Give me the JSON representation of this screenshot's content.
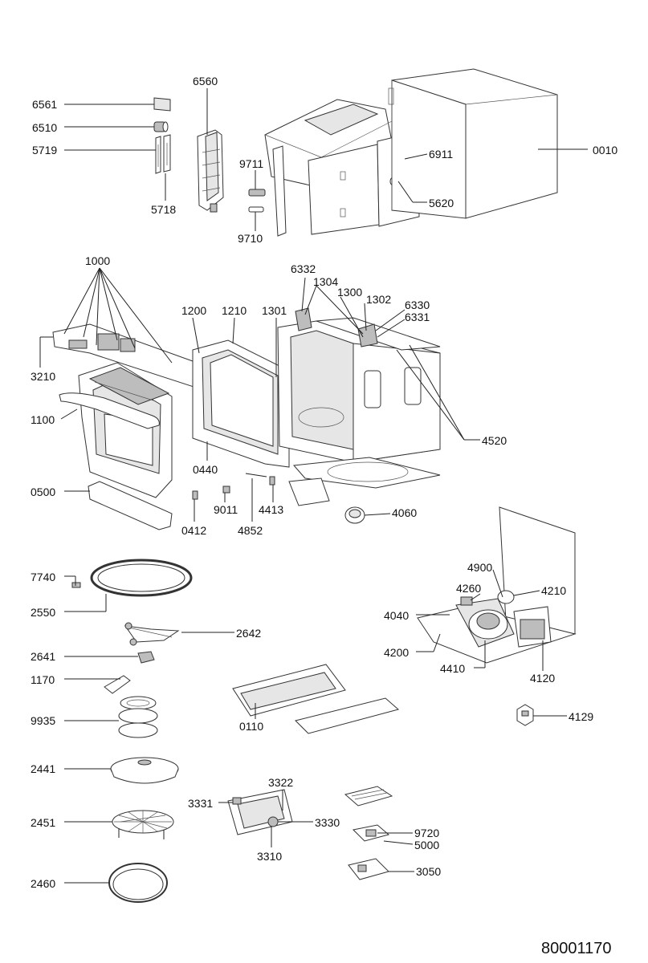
{
  "labels": {
    "l6561": "6561",
    "l6510": "6510",
    "l5719": "5719",
    "l5718": "5718",
    "l6560": "6560",
    "l9711": "9711",
    "l9710": "9710",
    "l6911": "6911",
    "l5620": "5620",
    "l0010": "0010",
    "l1000": "1000",
    "l6332": "6332",
    "l1304": "1304",
    "l1300": "1300",
    "l1302": "1302",
    "l6330": "6330",
    "l6331": "6331",
    "l1200": "1200",
    "l1210": "1210",
    "l1301": "1301",
    "l3210": "3210",
    "l1100": "1100",
    "l0440": "0440",
    "l4520": "4520",
    "l0500": "0500",
    "l9011": "9011",
    "l4413": "4413",
    "l4060": "4060",
    "l0412": "0412",
    "l4852": "4852",
    "l7740": "7740",
    "l2550": "2550",
    "l4900": "4900",
    "l4260": "4260",
    "l4210": "4210",
    "l4040": "4040",
    "l4200": "4200",
    "l4410": "4410",
    "l4120": "4120",
    "l2642": "2642",
    "l2641": "2641",
    "l1170": "1170",
    "l9935": "9935",
    "l0110": "0110",
    "l4129": "4129",
    "l2441": "2441",
    "l3322": "3322",
    "l3331": "3331",
    "l3330": "3330",
    "l3310": "3310",
    "l2451": "2451",
    "l9720": "9720",
    "l5000": "5000",
    "l3050": "3050",
    "l2460": "2460"
  },
  "document_number": "80001170"
}
